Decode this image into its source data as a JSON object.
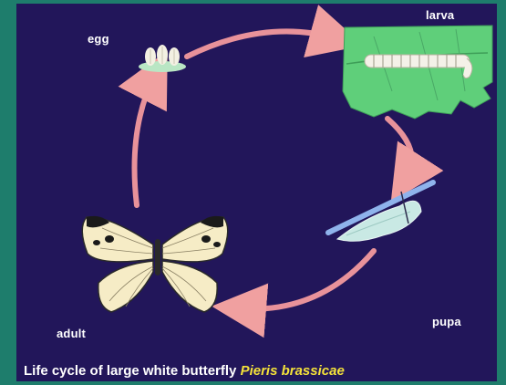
{
  "stages": {
    "egg": "egg",
    "larva": "larva",
    "pupa": "pupa",
    "adult": "adult"
  },
  "caption": {
    "text": "Life cycle of large white butterfly ",
    "species": "Pieris brassicae"
  },
  "colors": {
    "background": "#22165a",
    "border": "#1e7d6c",
    "arrow": "#e8929a",
    "leaf": "#5fcf7a",
    "species_text": "#f4e23a"
  }
}
